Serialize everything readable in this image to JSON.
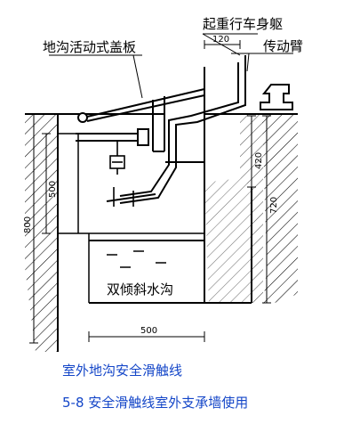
{
  "labels": {
    "crane_body": "起重行车身躯",
    "cover": "地沟活动式盖板",
    "transmission_arm": "传动臂",
    "drain": "双倾斜水沟"
  },
  "dimensions": {
    "d120": "120",
    "d420": "420",
    "d720": "720",
    "d500_left": "500",
    "d800": "800",
    "d500_bottom": "500"
  },
  "captions": {
    "line1": "室外地沟安全滑触线",
    "line2": "5-8    安全滑触线室外支承墙使用"
  },
  "colors": {
    "caption": "#1446c8",
    "ink": "#000000"
  }
}
